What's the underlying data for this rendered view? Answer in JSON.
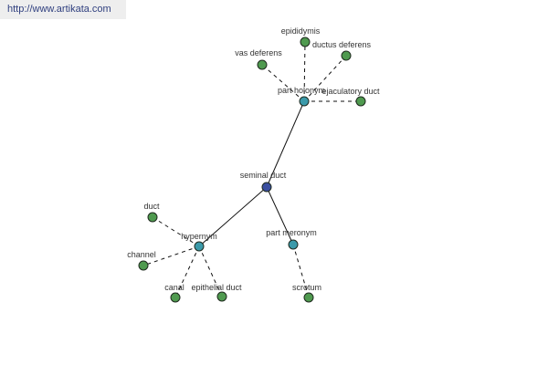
{
  "watermark": {
    "text": "http://www.artikata.com"
  },
  "graph": {
    "colors": {
      "center": "#3a4fa0",
      "relation": "#3b9aaa",
      "leaf": "#4f9a4f"
    },
    "nodes": [
      {
        "id": "seminal-duct",
        "label": "seminal duct",
        "kind": "center"
      },
      {
        "id": "part-holonym",
        "label": "part holonym",
        "kind": "relation"
      },
      {
        "id": "hypernym",
        "label": "hypernym",
        "kind": "relation"
      },
      {
        "id": "part-meronym",
        "label": "part meronym",
        "kind": "relation"
      },
      {
        "id": "epididymis",
        "label": "epididymis",
        "kind": "leaf"
      },
      {
        "id": "ductus-deferens",
        "label": "ductus deferens",
        "kind": "leaf"
      },
      {
        "id": "vas-deferens",
        "label": "vas deferens",
        "kind": "leaf"
      },
      {
        "id": "ejaculatory-duct",
        "label": "ejaculatory duct",
        "kind": "leaf"
      },
      {
        "id": "duct",
        "label": "duct",
        "kind": "leaf"
      },
      {
        "id": "channel",
        "label": "channel",
        "kind": "leaf"
      },
      {
        "id": "canal",
        "label": "canal",
        "kind": "leaf"
      },
      {
        "id": "epithelial-duct",
        "label": "epithelial duct",
        "kind": "leaf"
      },
      {
        "id": "scrotum",
        "label": "scrotum",
        "kind": "leaf"
      }
    ],
    "edges": [
      {
        "from": "seminal-duct",
        "to": "part-holonym",
        "style": "solid"
      },
      {
        "from": "seminal-duct",
        "to": "hypernym",
        "style": "solid"
      },
      {
        "from": "seminal-duct",
        "to": "part-meronym",
        "style": "solid"
      },
      {
        "from": "part-holonym",
        "to": "epididymis",
        "style": "dashed"
      },
      {
        "from": "part-holonym",
        "to": "ductus-deferens",
        "style": "dashed"
      },
      {
        "from": "part-holonym",
        "to": "vas-deferens",
        "style": "dashed"
      },
      {
        "from": "part-holonym",
        "to": "ejaculatory-duct",
        "style": "dashed"
      },
      {
        "from": "hypernym",
        "to": "duct",
        "style": "dashed"
      },
      {
        "from": "hypernym",
        "to": "channel",
        "style": "dashed"
      },
      {
        "from": "hypernym",
        "to": "canal",
        "style": "dashed"
      },
      {
        "from": "hypernym",
        "to": "epithelial-duct",
        "style": "dashed"
      },
      {
        "from": "part-meronym",
        "to": "scrotum",
        "style": "dashed"
      }
    ]
  }
}
